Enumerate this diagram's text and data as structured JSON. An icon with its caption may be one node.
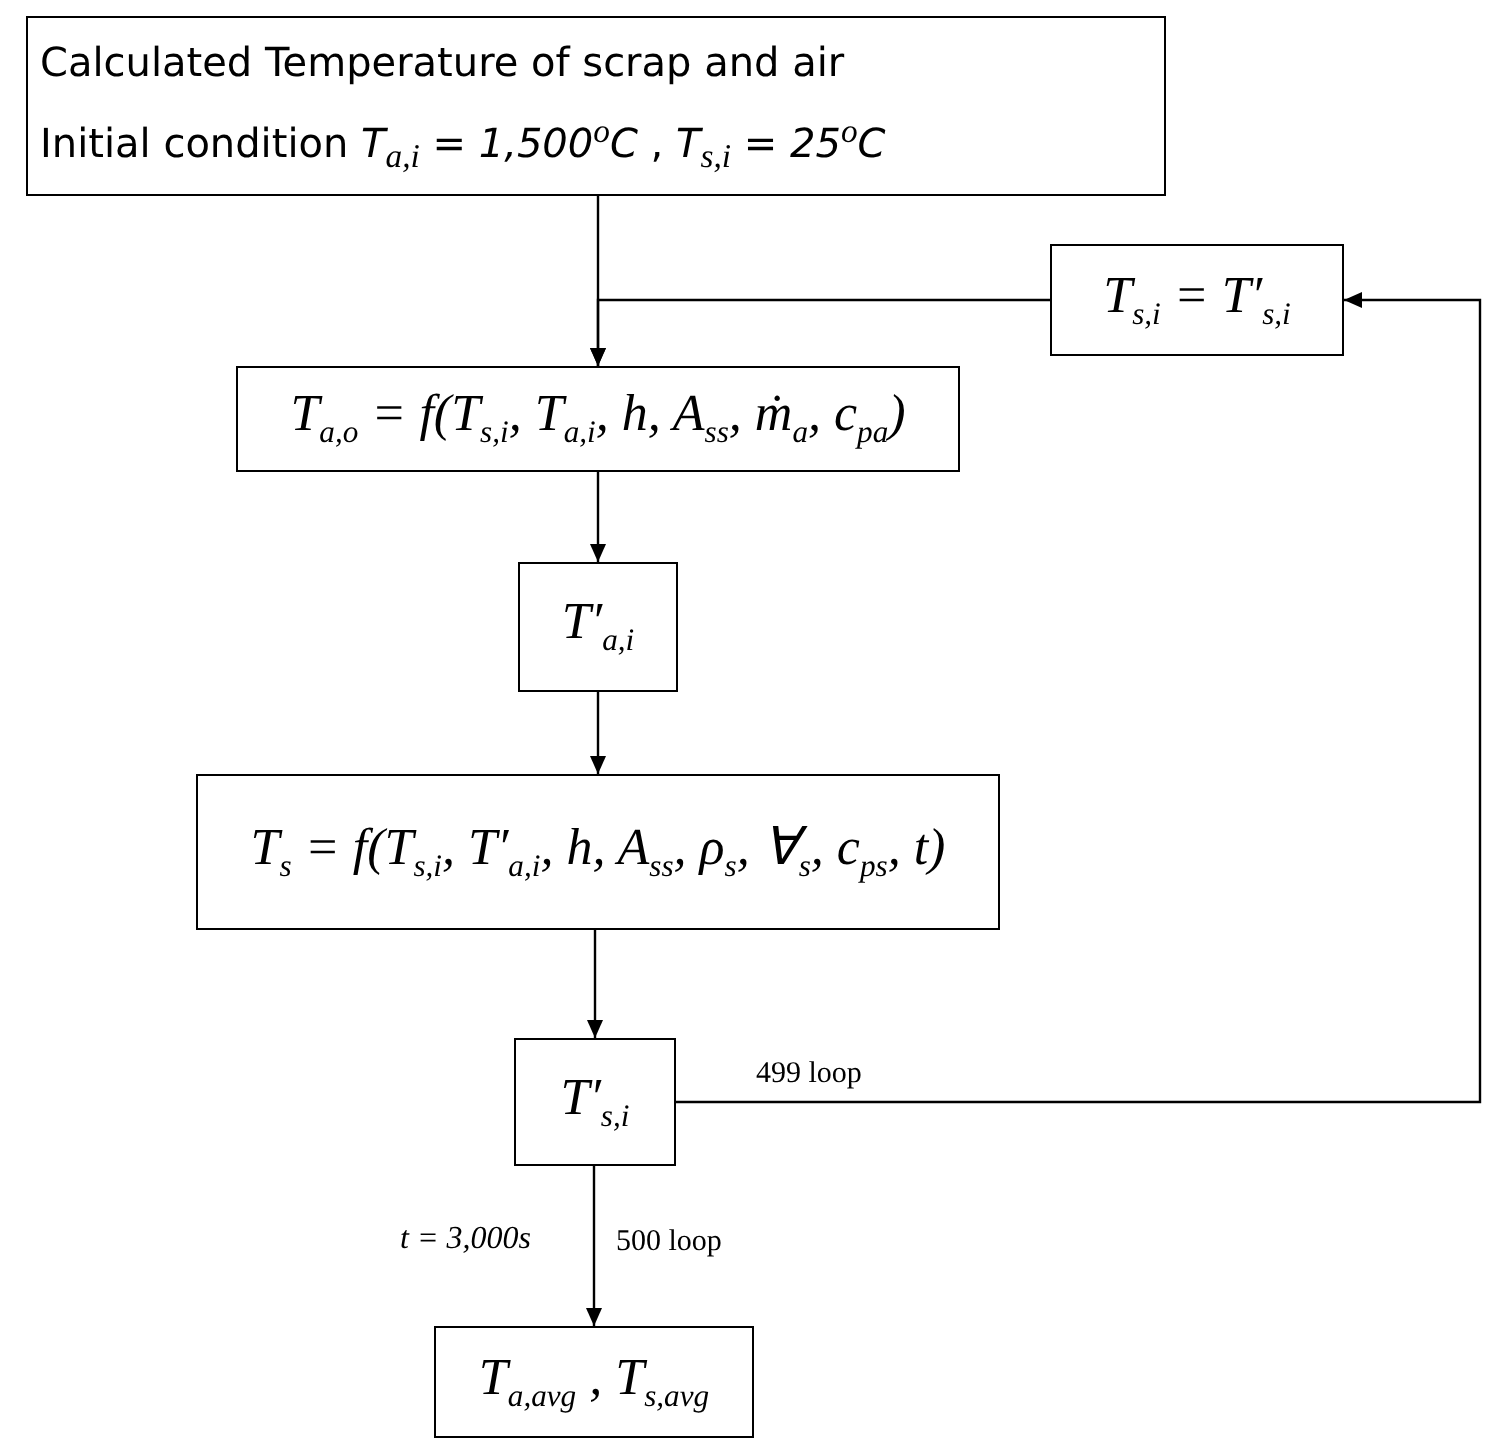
{
  "diagram": {
    "nodes": [
      {
        "text": [
          "Calculated Temperature of scrap and air",
          "Initial condition *T*$_{a,i}$ = *1,500*$^{o}$*C* ,  *T*$_{s,i}$ = *25*$^{o}$*C*"
        ]
      },
      {
        "text": [
          "T$_{s,i}$ = T′$_{s,i}$"
        ]
      },
      {
        "text": [
          "T$_{a,o}$ = f(T$_{s,i}$, T$_{a,i}$, h, A$_{ss}$, ṁ$_{a}$, c$_{pa}$)"
        ]
      },
      {
        "text": [
          "T′$_{a,i}$"
        ]
      },
      {
        "text": [
          "T$_{s}$ = f(T$_{s,i}$, T′$_{a,i}$, h, A$_{ss}$, ρ$_{s}$, ∀$_{s}$, c$_{ps}$, t)"
        ]
      },
      {
        "text": [
          "T′$_{s,i}$"
        ]
      },
      {
        "text": [
          "T$_{a,avg}$ , T$_{s,avg}$"
        ]
      }
    ],
    "edges": [
      {
        "from": 0,
        "to": 2,
        "arrow": "to"
      },
      {
        "from": 1,
        "to": 2,
        "arrow": "to"
      },
      {
        "from": 2,
        "to": 3,
        "arrow": "to"
      },
      {
        "from": 3,
        "to": 4,
        "arrow": "to"
      },
      {
        "from": 4,
        "to": 5,
        "arrow": "to"
      },
      {
        "from": 5,
        "to": 1,
        "arrow": "to",
        "label": "499 loop"
      },
      {
        "from": 5,
        "to": 6,
        "arrow": "to",
        "label": "500 loop"
      }
    ],
    "labels": [
      "t = 3,000s"
    ]
  }
}
